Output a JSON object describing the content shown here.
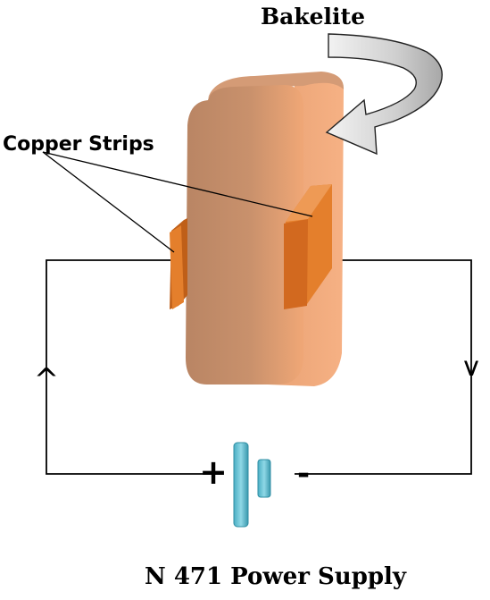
{
  "labels": {
    "bakelite": "Bakelite",
    "copper_strips": "Copper Strips",
    "power_supply": "N 471 Power Supply",
    "plus_sign": "+",
    "minus_sign": "-",
    "up_arrow": "^",
    "down_arrow": "v"
  },
  "colors": {
    "bakelite_front": "#c58f6c",
    "bakelite_light": "#e3a37a",
    "bakelite_top": "#d49b76",
    "copper": "#e47f2c",
    "copper_dark": "#bf5f18",
    "rotation_arrow_fill": "#d2d2d2",
    "battery": "#6cc6d8",
    "battery_dark": "#3a98ad",
    "wire": "#000000"
  },
  "icons": {
    "rotation": "curved-rotation-arrow-icon",
    "battery": "battery-icon"
  }
}
